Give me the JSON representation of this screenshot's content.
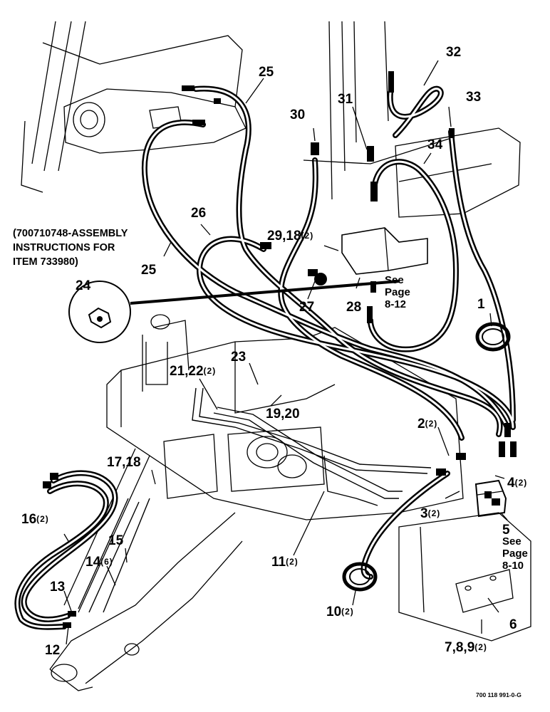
{
  "callouts": [
    {
      "id": "c1",
      "num": "1",
      "qty": ""
    },
    {
      "id": "c2",
      "num": "2",
      "qty": "(2)"
    },
    {
      "id": "c3",
      "num": "3",
      "qty": "(2)"
    },
    {
      "id": "c4",
      "num": "4",
      "qty": "(2)"
    },
    {
      "id": "c5",
      "num": "5",
      "qty": ""
    },
    {
      "id": "c6",
      "num": "6",
      "qty": ""
    },
    {
      "id": "c789",
      "num": "7,8,9",
      "qty": "(2)"
    },
    {
      "id": "c10",
      "num": "10",
      "qty": "(2)"
    },
    {
      "id": "c11",
      "num": "11",
      "qty": "(2)"
    },
    {
      "id": "c12",
      "num": "12",
      "qty": ""
    },
    {
      "id": "c13",
      "num": "13",
      "qty": ""
    },
    {
      "id": "c14",
      "num": "14",
      "qty": "(6)"
    },
    {
      "id": "c15",
      "num": "15",
      "qty": ""
    },
    {
      "id": "c16",
      "num": "16",
      "qty": "(2)"
    },
    {
      "id": "c1718",
      "num": "17,18",
      "qty": ""
    },
    {
      "id": "c1920",
      "num": "19,20",
      "qty": ""
    },
    {
      "id": "c2122",
      "num": "21,22",
      "qty": "(2)"
    },
    {
      "id": "c23",
      "num": "23",
      "qty": ""
    },
    {
      "id": "c24",
      "num": "24",
      "qty": ""
    },
    {
      "id": "c25a",
      "num": "25",
      "qty": ""
    },
    {
      "id": "c25b",
      "num": "25",
      "qty": ""
    },
    {
      "id": "c26",
      "num": "26",
      "qty": ""
    },
    {
      "id": "c27",
      "num": "27",
      "qty": ""
    },
    {
      "id": "c28",
      "num": "28",
      "qty": ""
    },
    {
      "id": "c2918",
      "num": "29,18",
      "qty": "(2)"
    },
    {
      "id": "c30",
      "num": "30",
      "qty": ""
    },
    {
      "id": "c31",
      "num": "31",
      "qty": ""
    },
    {
      "id": "c32",
      "num": "32",
      "qty": ""
    },
    {
      "id": "c33",
      "num": "33",
      "qty": ""
    },
    {
      "id": "c34",
      "num": "34",
      "qty": ""
    }
  ],
  "page_refs": {
    "ref_a": {
      "line1": "See",
      "line2": "Page",
      "line3": "8-12"
    },
    "ref_b": {
      "line1": "See",
      "line2": "Page",
      "line3": "8-10"
    }
  },
  "assembly_note": {
    "line1": "(700710748-ASSEMBLY",
    "line2": "INSTRUCTIONS FOR",
    "line3": "ITEM 733980)"
  },
  "drawing_code": "700 118 991-0-G"
}
